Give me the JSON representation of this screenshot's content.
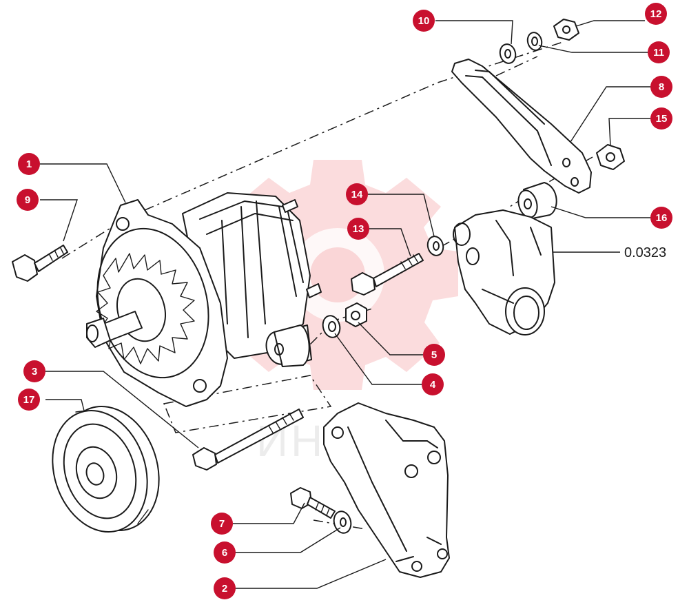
{
  "diagram": {
    "type": "exploded-parts-view",
    "reference_code": "0.0323",
    "watermark_text": "ИНТЕХ",
    "accent_color": "#c8102e",
    "callouts": [
      {
        "id": "1",
        "label": "1"
      },
      {
        "id": "2",
        "label": "2"
      },
      {
        "id": "3",
        "label": "3"
      },
      {
        "id": "4",
        "label": "4"
      },
      {
        "id": "5",
        "label": "5"
      },
      {
        "id": "6",
        "label": "6"
      },
      {
        "id": "7",
        "label": "7"
      },
      {
        "id": "8",
        "label": "8"
      },
      {
        "id": "9",
        "label": "9"
      },
      {
        "id": "10",
        "label": "10"
      },
      {
        "id": "11",
        "label": "11"
      },
      {
        "id": "12",
        "label": "12"
      },
      {
        "id": "13",
        "label": "13"
      },
      {
        "id": "14",
        "label": "14"
      },
      {
        "id": "15",
        "label": "15"
      },
      {
        "id": "16",
        "label": "16"
      },
      {
        "id": "17",
        "label": "17"
      }
    ]
  }
}
